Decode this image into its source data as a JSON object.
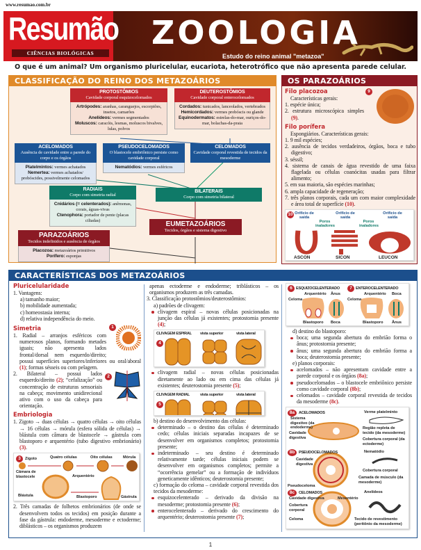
{
  "header": {
    "url": "www.resumao.com.br",
    "logo": "Resumão",
    "logo_sub": "CIÊNCIAS BIOLÓGICAS",
    "title": "ZOOLOGIA",
    "subtitle": "Estudo do reino animal \"metazoa\"",
    "question": "O que é um animal? Um organismo pluricelular, eucariota, heterotrófico que não apresenta parede celular."
  },
  "classification": {
    "title": "CLASSIFICAÇÃO DO REINO DOS METAZOÁRIOS",
    "protostomios": {
      "name": "PROTOSTÔMIOS",
      "desc": "Cavidade corporal esquizocelomados",
      "items": [
        [
          "Artrópodes:",
          "aranhas, caranguejos, escorpiões, insetos, camarões"
        ],
        [
          "Anelídeos:",
          "vermes segmentados"
        ],
        [
          "Moluscos:",
          "caracóis, lesmas, moluscos bivalves, lulas, polvos"
        ]
      ]
    },
    "deuterostomios": {
      "name": "DEUTEROSTÔMIOS",
      "desc": "Cavidade corporal enterocelomados",
      "items": [
        [
          "Cordados:",
          "tunicados, lanceolados, vertebrados"
        ],
        [
          "Hemicordados:",
          "vermes probóscis ou glande"
        ],
        [
          "Equinodermatos:",
          "estrelas-do-mar, ouriços-do-mar, bolachas-da-praia"
        ]
      ]
    },
    "acelomados": {
      "name": "ACELOMADOS",
      "desc": "Ausência de cavidade entre a parede do corpo e os órgãos",
      "items": [
        [
          "Platelmintos:",
          "vermes achatados"
        ],
        [
          "Nemertea:",
          "vermes achatados/ probóscides, possivelmente celomados"
        ]
      ]
    },
    "pseudocelomados": {
      "name": "PSEUDOCELOMADOS",
      "desc": "O blastocele embriônico persiste como cavidade corporal",
      "items": [
        [
          "Nematódios:",
          "vermes esféricos"
        ]
      ]
    },
    "celomados": {
      "name": "CELOMADOS",
      "desc": "Cavidade corporal revestida de tecidos da mesoderme"
    },
    "radiais": {
      "name": "RADIAIS",
      "desc": "Corpo com simetria radial",
      "items": [
        [
          "Cnidários (= celenterados):",
          "anêmonas, corais, águas-vivas"
        ],
        [
          "Ctenophora:",
          "portador de pente (placas ciliadas)"
        ]
      ]
    },
    "bilaterais": {
      "name": "BILATERAIS",
      "desc": "Corpo com simetria bilateral"
    },
    "eumetazoarios": {
      "name": "EUMETAZOÁRIOS",
      "desc": "Tecidos, órgãos e sistema digestivo"
    },
    "parazoarios": {
      "name": "PARAZOÁRIOS",
      "desc": "Tecidos indefinidos e ausência de órgãos",
      "items": [
        [
          "Placozoa:",
          "metazoários primitivos"
        ],
        [
          "Porífero:",
          "esponjas"
        ]
      ]
    }
  },
  "parazoarios": {
    "title": "OS PARAZOÁRIOS",
    "placozoa": {
      "heading": "Filo placozoa",
      "intro": "Características gerais:",
      "items": [
        {
          "n": "1.",
          "t": "espécie única;"
        },
        {
          "n": "2.",
          "t": "estrutura microscópica simples ",
          "ref": "(9)",
          "after": "."
        }
      ]
    },
    "porifera": {
      "heading": "Filo porífera",
      "intro": "Espongiários. Características gerais:",
      "items": [
        {
          "n": "1.",
          "t": "9 mil espécies;"
        },
        {
          "n": "2.",
          "t": "ausência de tecidos verdadeiros, órgãos, boca e tubo digestivo;"
        },
        {
          "n": "3.",
          "t": "séssil;"
        },
        {
          "n": "4.",
          "t": "sistema de canais de água revestido de uma faixa flagelada ou células coanócitas usadas para filtrar alimento;"
        },
        {
          "n": "5.",
          "t": "em sua maioria, são espécies marinhas;"
        },
        {
          "n": "6.",
          "t": "ampla capacidade de regeneração;"
        },
        {
          "n": "7.",
          "t": "três planos corporais, cada um com maior complexidade e área total de superfície ",
          "ref": "(10)",
          "after": "."
        }
      ]
    },
    "fig9": "9",
    "fig10": {
      "num": "10",
      "orificio": "Orifício de saída",
      "poros": "Poros inaladores",
      "types": [
        "ASCON",
        "SICON",
        "LEUCON"
      ]
    }
  },
  "caracteristicas": {
    "title": "CARACTERÍSTICAS DOS METAZOÁRIOS",
    "pluricelularidade": {
      "heading": "Pluricelularidade",
      "items": [
        {
          "k": "num",
          "n": "1.",
          "t": "Vantagens:"
        },
        {
          "k": "sub",
          "t": "a) tamanho maior;"
        },
        {
          "k": "sub",
          "t": "b) mobilidade aumentada;"
        },
        {
          "k": "sub",
          "t": "c) homeostasia interna;"
        },
        {
          "k": "sub",
          "t": "d) relativa independência do meio."
        }
      ]
    },
    "simetria": {
      "heading": "Simetria",
      "items": [
        {
          "k": "num",
          "n": "1.",
          "t": "Radial – arranjos esféricos com numerosos planos, formando metades iguais; não apresenta lados frontal/dorsal nem esquerdo/direito; possui superfícies superiores/inferiores ou oral/aboral ",
          "ref": "(1)",
          "after": "; formas sésseis ou com pelagem."
        },
        {
          "k": "num",
          "n": "2.",
          "t": "Bilateral – possui lados esquerdo/direito ",
          "ref": "(2)",
          "after": "; “cefalização” ou concentração de estruturas sensoriais na cabeça; movimento unidirecional ativo com o uso da cabeça para orientação."
        }
      ],
      "fig1": "1",
      "fig2": "2"
    },
    "embriologia": {
      "heading": "Embriologia",
      "items": [
        {
          "k": "num",
          "n": "1.",
          "t": "Zigoto → duas células → quatro células → oito células → 16 células → mórula (esfera sólida de células) → blástula com câmara de blastocele → gástrula com blastoporo e arquentério (tubo digestivo embrionário) ",
          "ref": "(3)",
          "after": "."
        }
      ],
      "items2": [
        {
          "k": "num",
          "n": "2.",
          "t": "Três camadas de folhetos embrionários (de onde se desenvolvem todos os tecidos) em posição durante a fase da gástrula: endoderme, mesoderme e ectoderme; diblásticos – os organismos produzem"
        }
      ],
      "fig3": {
        "num": "3",
        "zigoto": "Zigoto",
        "quatro": "Quatro células",
        "oito": "Oito células",
        "morula": "Mórula",
        "camara": "Câmara de blastocele",
        "arquenterio": "Arquentério",
        "blastula": "Blástula",
        "blastoporo": "Blastoporo",
        "gastrula": "Gástrula"
      }
    },
    "col2a": [
      {
        "k": "plain",
        "t": "apenas ectoderme e endoderme; triblásticos – os organismos produzem as três camadas."
      },
      {
        "k": "num",
        "n": "3.",
        "t": "Classificação protostômios/deuterostômios:"
      },
      {
        "k": "sub",
        "t": "a) padrões de clivagem:"
      },
      {
        "k": "bullet",
        "t": "clivagem espiral – novas células posicionadas na junção das células já existentes; protostomia presente ",
        "ref": "(4)",
        "after": ";"
      }
    ],
    "fig4": {
      "num": "4",
      "title": "CLIVAGEM ESPIRAL",
      "top": "vista superior",
      "side": "vista lateral"
    },
    "col2b": [
      {
        "k": "bullet",
        "t": "clivagem radial – novas células posicionadas diretamente ao lado ou em cima das células já existentes; deuterostomia presente ",
        "ref": "(5)",
        "after": ";"
      }
    ],
    "fig5": {
      "num": "5",
      "title": "CLIVAGEM RADIAL",
      "top": "vista superior",
      "side": "vista lateral"
    },
    "col2c": [
      {
        "k": "sub",
        "t": "b) destino do desenvolvimento das células:"
      },
      {
        "k": "bullet",
        "t": "determinado – o destino das células é determinado cedo; células iniciais separadas incapazes de se desenvolver em organismos completos; protostomia presente;"
      },
      {
        "k": "bullet",
        "t": "indeterminado – seu destino é determinado relativamente tarde; células iniciais podem se desenvolver em organismos completos; permite a “ocorrência gemelar” ou a formação de indivíduos geneticamente idênticos; deuterostomia presente;"
      },
      {
        "k": "sub",
        "t": "c) formação do celoma – cavidade corporal revestida dos tecidos da mesoderme:"
      },
      {
        "k": "bullet",
        "t": "esquizocelenterado – derivado da divisão na mesoderme; protostomia presente ",
        "ref": "(6)",
        "after": ";"
      },
      {
        "k": "bullet",
        "t": "enterocelenterado – derivado do crescimento do arquentério; deuterostomia presente ",
        "ref": "(7)",
        "after": ";"
      }
    ],
    "fig67": {
      "n6": "6",
      "t6": "ESQUIZOCELENTERADO",
      "n7": "7",
      "t7": "ENTEROCELENTERADO",
      "arquenterio": "Arquentério",
      "anus": "Ânus",
      "boca": "Boca",
      "celoma": "Celoma",
      "blastoporo": "Blastoporo"
    },
    "col3": [
      {
        "k": "sub",
        "t": "d) destino do blastoporo:"
      },
      {
        "k": "bullet",
        "t": "boca; uma segunda abertura do embrião forma o ânus; protostomia presente;"
      },
      {
        "k": "bullet",
        "t": "ânus; uma segunda abertura do embrião forma a boca; deuterostomia presente;"
      },
      {
        "k": "sub",
        "t": "e) planos corporais:"
      },
      {
        "k": "bullet",
        "t": "acelomados – não apresentam cavidade entre a parede corporal e os órgãos ",
        "ref": "(8a)",
        "after": ";"
      },
      {
        "k": "bullet",
        "t": "pseudocelomados – o blastocele embriônico persiste como cavidade corporal ",
        "ref": "(8b)",
        "after": ";"
      },
      {
        "k": "bullet",
        "t": "celomados – cavidade corporal revestida de tecidos da mesoderme ",
        "ref": "(8c)",
        "after": "."
      }
    ],
    "fig8": {
      "a": {
        "num": "8a",
        "title": "ACELOMADOS",
        "worm": "Verme platelminto",
        "sist": "Sistema digestivo (da endoderme)",
        "cav": "Cavidade digestiva",
        "regiao": "Região repleta de tecido (da mesoderme)",
        "cob": "Cobertura corporal (da ectoderme)"
      },
      "b": {
        "num": "8b",
        "title": "PSEUDOCELOMADOS",
        "worm": "Nematódio",
        "cav": "Cavidade digestiva",
        "cob": "Cobertura corporal",
        "pseudo": "Pseudoceloma",
        "camada": "Camada de músculo (da mesoderme)"
      },
      "c": {
        "num": "8c",
        "title": "CELOMADOS",
        "worm": "Anelídeos",
        "cav": "Cavidade digestiva",
        "mes": "Mesentério",
        "cob": "Cobertura corporal",
        "celoma": "Celoma",
        "tecido": "Tecido de revestimento (peritônio da mesoderme)"
      }
    }
  },
  "page_number": "1",
  "colors": {
    "red": "#c1272d",
    "orange": "#e08a2a",
    "navy": "#1c4f8c",
    "wine": "#8b1a24",
    "teal": "#0f7a68"
  }
}
